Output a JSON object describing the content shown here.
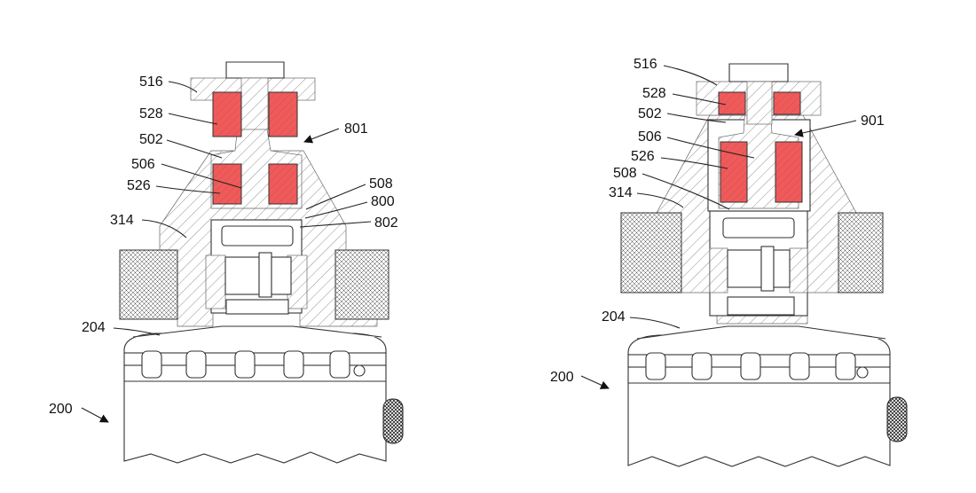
{
  "colors": {
    "coil": "#ef5a5a",
    "line": "#222222",
    "background": "#ffffff"
  },
  "left_view": {
    "labels": {
      "l516": "516",
      "l528": "528",
      "l502": "502",
      "l506": "506",
      "l526": "526",
      "l314": "314",
      "l801": "801",
      "l508": "508",
      "l800": "800",
      "l802": "802",
      "l204": "204",
      "l200": "200"
    }
  },
  "right_view": {
    "labels": {
      "l516": "516",
      "l528": "528",
      "l502": "502",
      "l506": "506",
      "l526": "526",
      "l508": "508",
      "l314": "314",
      "l901": "901",
      "l204": "204",
      "l200": "200"
    }
  }
}
